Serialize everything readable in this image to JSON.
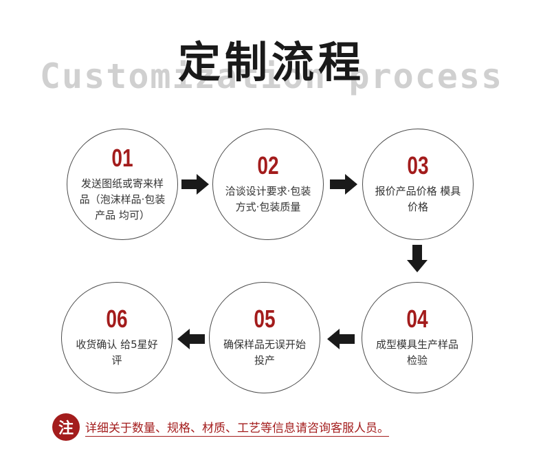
{
  "header": {
    "title": "定制流程",
    "subtitle": "Customization process"
  },
  "steps": [
    {
      "number": "01",
      "text": "发送图纸或寄来样品（泡沫样品·包装产品 均可）"
    },
    {
      "number": "02",
      "text": "洽谈设计要求·包装方式·包装质量"
    },
    {
      "number": "03",
      "text": "报价产品价格 模具价格"
    },
    {
      "number": "04",
      "text": "成型模具生产样品检验"
    },
    {
      "number": "05",
      "text": "确保样品无误开始投产"
    },
    {
      "number": "06",
      "text": "收货确认 给5星好评"
    }
  ],
  "note": {
    "badge": "注",
    "text": "详细关于数量、规格、材质、工艺等信息请咨询客服人员。"
  },
  "colors": {
    "accent": "#a31c1c",
    "circle_border": "#4a4a4a",
    "arrow": "#1a1a1a"
  }
}
